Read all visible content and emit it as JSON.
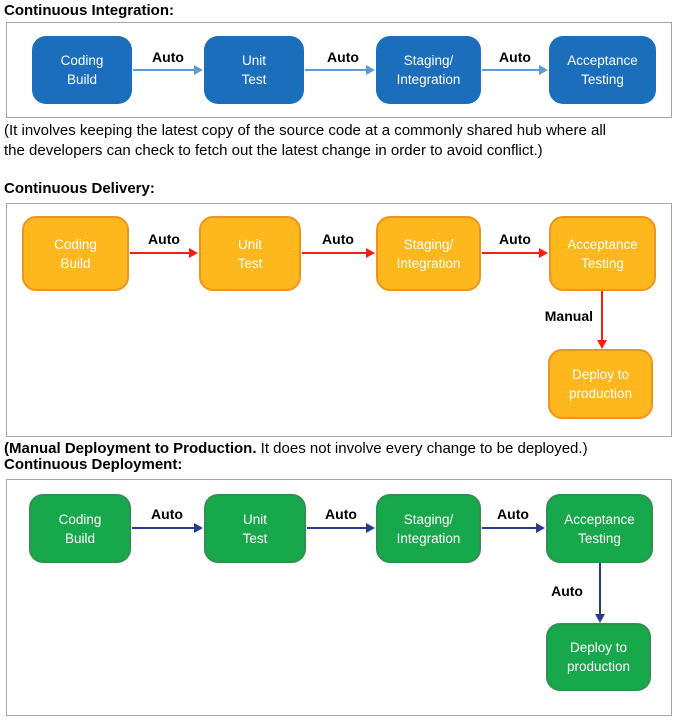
{
  "colors": {
    "container_border": "#a6a6a6",
    "ci_node_fill": "#1b6ebc",
    "ci_arrow": "#5b9bd5",
    "cd_node_fill": "#feb71d",
    "cd_node_border": "#f0941f",
    "cd_arrow": "#fa1f0f",
    "dep_node_fill": "#17a84b",
    "dep_node_border": "#2f9150",
    "dep_arrow": "#2b3a91",
    "node_text": "#ffffff",
    "body_text": "#000000"
  },
  "sections": {
    "ci": {
      "heading": "Continuous Integration:",
      "nodes": [
        "Coding\nBuild",
        "Unit\nTest",
        "Staging/\nIntegration",
        "Acceptance\nTesting"
      ],
      "arrow_labels": [
        "Auto",
        "Auto",
        "Auto"
      ],
      "note": "(It involves keeping the latest copy of the source code at a commonly shared hub where all\nthe developers can check to fetch out the latest change in order to avoid conflict.)"
    },
    "cd": {
      "heading": "Continuous Delivery:",
      "nodes": [
        "Coding\nBuild",
        "Unit\nTest",
        "Staging/\nIntegration",
        "Acceptance\nTesting",
        "Deploy to\nproduction"
      ],
      "arrow_labels": [
        "Auto",
        "Auto",
        "Auto"
      ],
      "manual_label": "Manual",
      "note_bold": "(Manual Deployment to Production.",
      "note_rest": " It does not involve every change to be deployed.)"
    },
    "dep": {
      "heading": "Continuous Deployment:",
      "nodes": [
        "Coding\nBuild",
        "Unit\nTest",
        "Staging/\nIntegration",
        "Acceptance\nTesting",
        "Deploy to\nproduction"
      ],
      "arrow_labels": [
        "Auto",
        "Auto",
        "Auto"
      ],
      "deploy_arrow_label": "Auto"
    }
  }
}
